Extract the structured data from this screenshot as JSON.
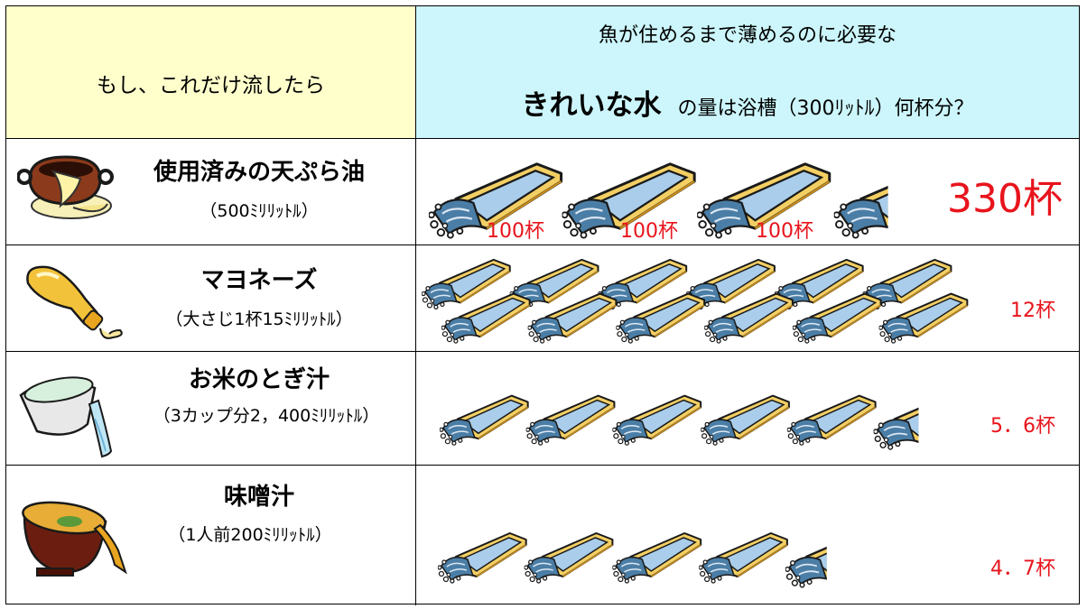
{
  "header": {
    "left": "もし、これだけ流したら",
    "right_line1": "魚が住めるまで薄めるのに必要な",
    "right_big": "きれいな水",
    "right_rest": "の量は浴槽（300ﾘｯﾄﾙ）何杯分？"
  },
  "rows": [
    {
      "name": "使用済みの天ぷら油",
      "amount": "（500ﾐﾘﾘｯﾄﾙ）",
      "result": "330杯",
      "tub_labels": [
        "100杯",
        "100杯",
        "100杯"
      ],
      "tubs": 3.3,
      "icon": "tempura-pot-icon"
    },
    {
      "name": "マヨネーズ",
      "amount": "（大さじ1杯15ﾐﾘﾘｯﾄﾙ）",
      "result": "12杯",
      "tubs": 12,
      "icon": "mayonnaise-bottle-icon"
    },
    {
      "name": "お米のとぎ汁",
      "amount": "（3カップ分2，400ﾐﾘﾘｯﾄﾙ）",
      "result": "5．6杯",
      "tubs": 5.6,
      "icon": "rice-water-bowl-icon"
    },
    {
      "name": "味噌汁",
      "amount": "（1人前200ﾐﾘﾘｯﾄﾙ）",
      "result": "4．7杯",
      "tubs": 4.7,
      "icon": "miso-soup-bowl-icon"
    }
  ],
  "colors": {
    "header_left_bg": "#ffffcc",
    "header_right_bg": "#ccf6fb",
    "result_red": "#e8141c",
    "tub_yellow": "#f6d773",
    "tub_water": "#a9cdea"
  }
}
